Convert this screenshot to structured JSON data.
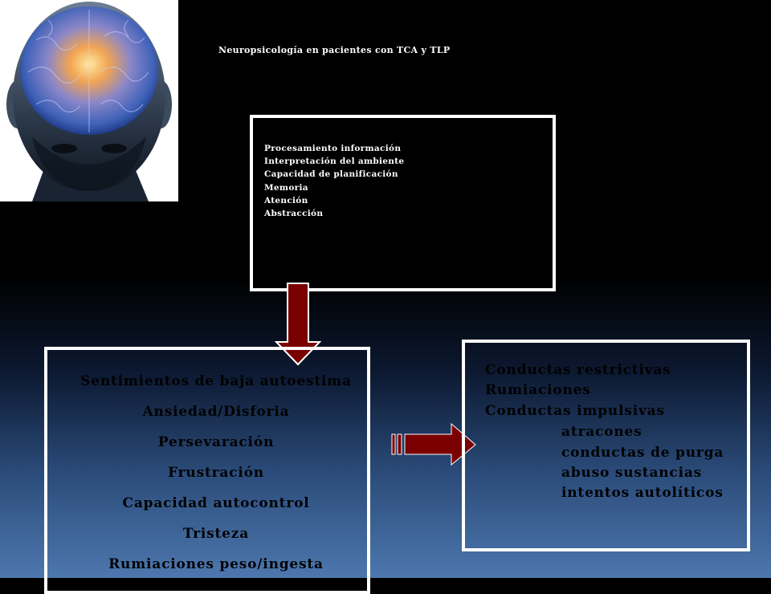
{
  "slide": {
    "title": "Neuropsicología en pacientes con TCA y TLP"
  },
  "image": {
    "icon": "brain-head-illustration"
  },
  "functions_box": {
    "items": [
      "Procesamiento información",
      "Interpretación del ambiente",
      "Capacidad de planificación",
      "Memoria",
      "Atención",
      "Abstracción"
    ]
  },
  "consequences_box": {
    "items": [
      "Sentimientos de baja autoestima",
      "Ansiedad/Disforia",
      "Persevaración",
      "Frustración",
      "Capacidad autocontrol",
      "Tristeza",
      "Rumiaciones peso/ingesta"
    ]
  },
  "behaviors_box": {
    "lines": [
      "Conductas restrictivas",
      "Rumiaciones",
      "Conductas impulsivas",
      "atracones",
      "conductas de purga",
      "abuso sustancias",
      "intentos autolíticos"
    ]
  },
  "colors": {
    "arrow": "#7a0000",
    "box_border": "#ffffff",
    "background_top": "#000000",
    "background_bottom": "#4d77ae"
  }
}
